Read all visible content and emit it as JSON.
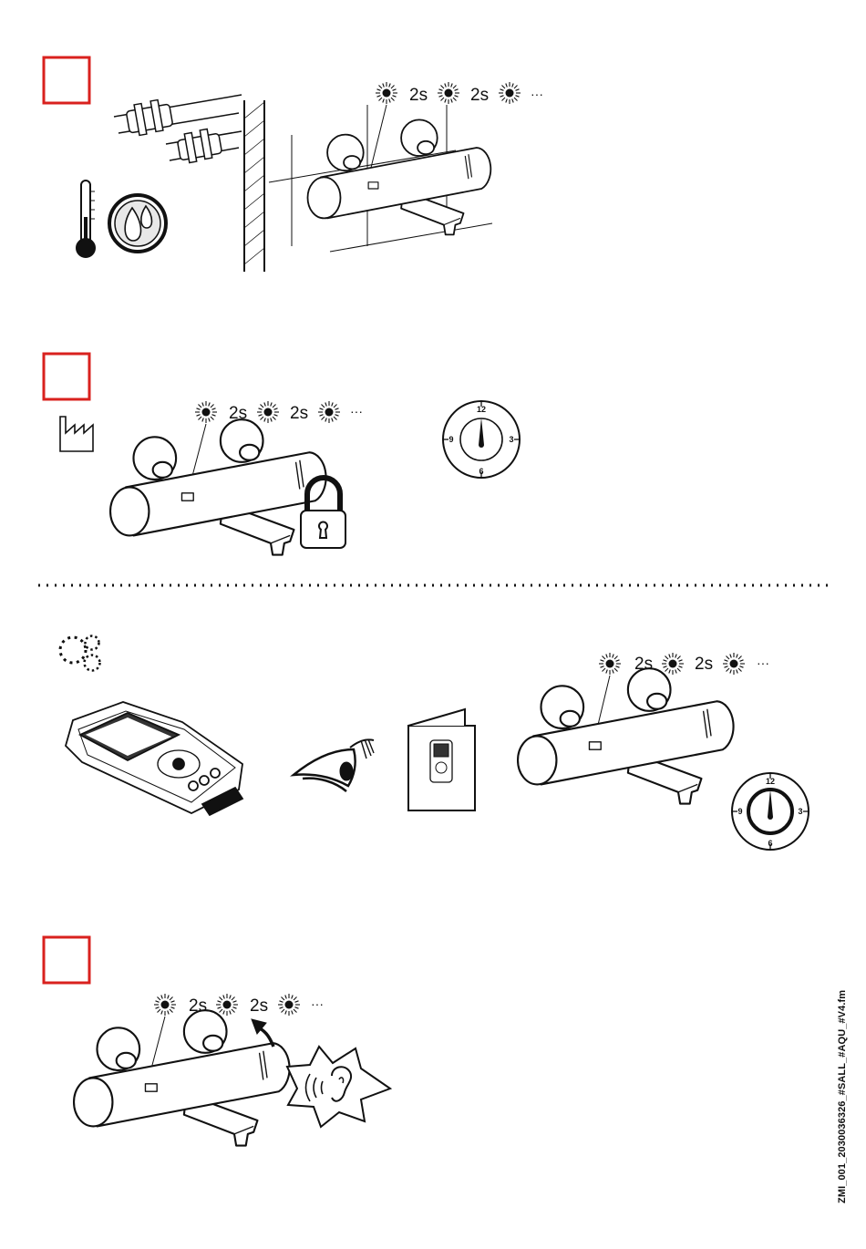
{
  "document_code": "ZMI_001_2030036326_#SALL_#AQU_#V4.fm",
  "blink_interval_label": "2s",
  "ellipsis": "···",
  "clock_face": {
    "n12": "12",
    "n3": "3",
    "n6": "6",
    "n9": "9"
  },
  "colors": {
    "step_box": "#d9211e",
    "ink": "#111111"
  }
}
